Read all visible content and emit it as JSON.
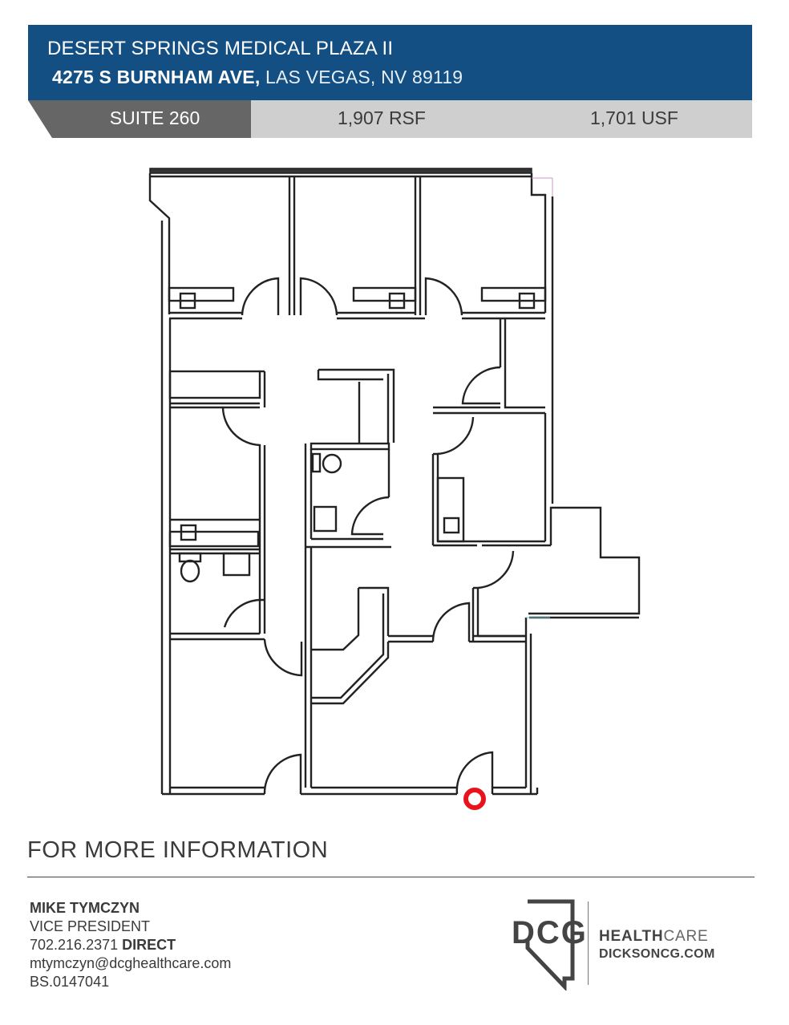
{
  "header": {
    "building_name": "DESERT SPRINGS MEDICAL PLAZA II",
    "street": "4275 S BURNHAM AVE,",
    "city_state_zip": "LAS VEGAS, NV 89119",
    "background_color": "#134f82"
  },
  "suite_bar": {
    "suite_label": "SUITE 260",
    "rsf": "1,907 RSF",
    "usf": "1,701 USF"
  },
  "floor_plan": {
    "description": "Suite 260 floor plan drawing",
    "marker_color": "#e8141b",
    "marker_label": "entry-marker"
  },
  "footer": {
    "section_title": "FOR MORE INFORMATION",
    "contact": {
      "name": "MIKE TYMCZYN",
      "title": "VICE PRESIDENT",
      "phone": "702.216.2371",
      "phone_suffix": "DIRECT",
      "email": "mtymczyn@dcghealthcare.com",
      "license": "BS.0147041"
    },
    "logo": {
      "mark": "DCG",
      "brand_bold": "HEALTH",
      "brand_light": "CARE",
      "website": "DICKSONCG.COM"
    }
  }
}
